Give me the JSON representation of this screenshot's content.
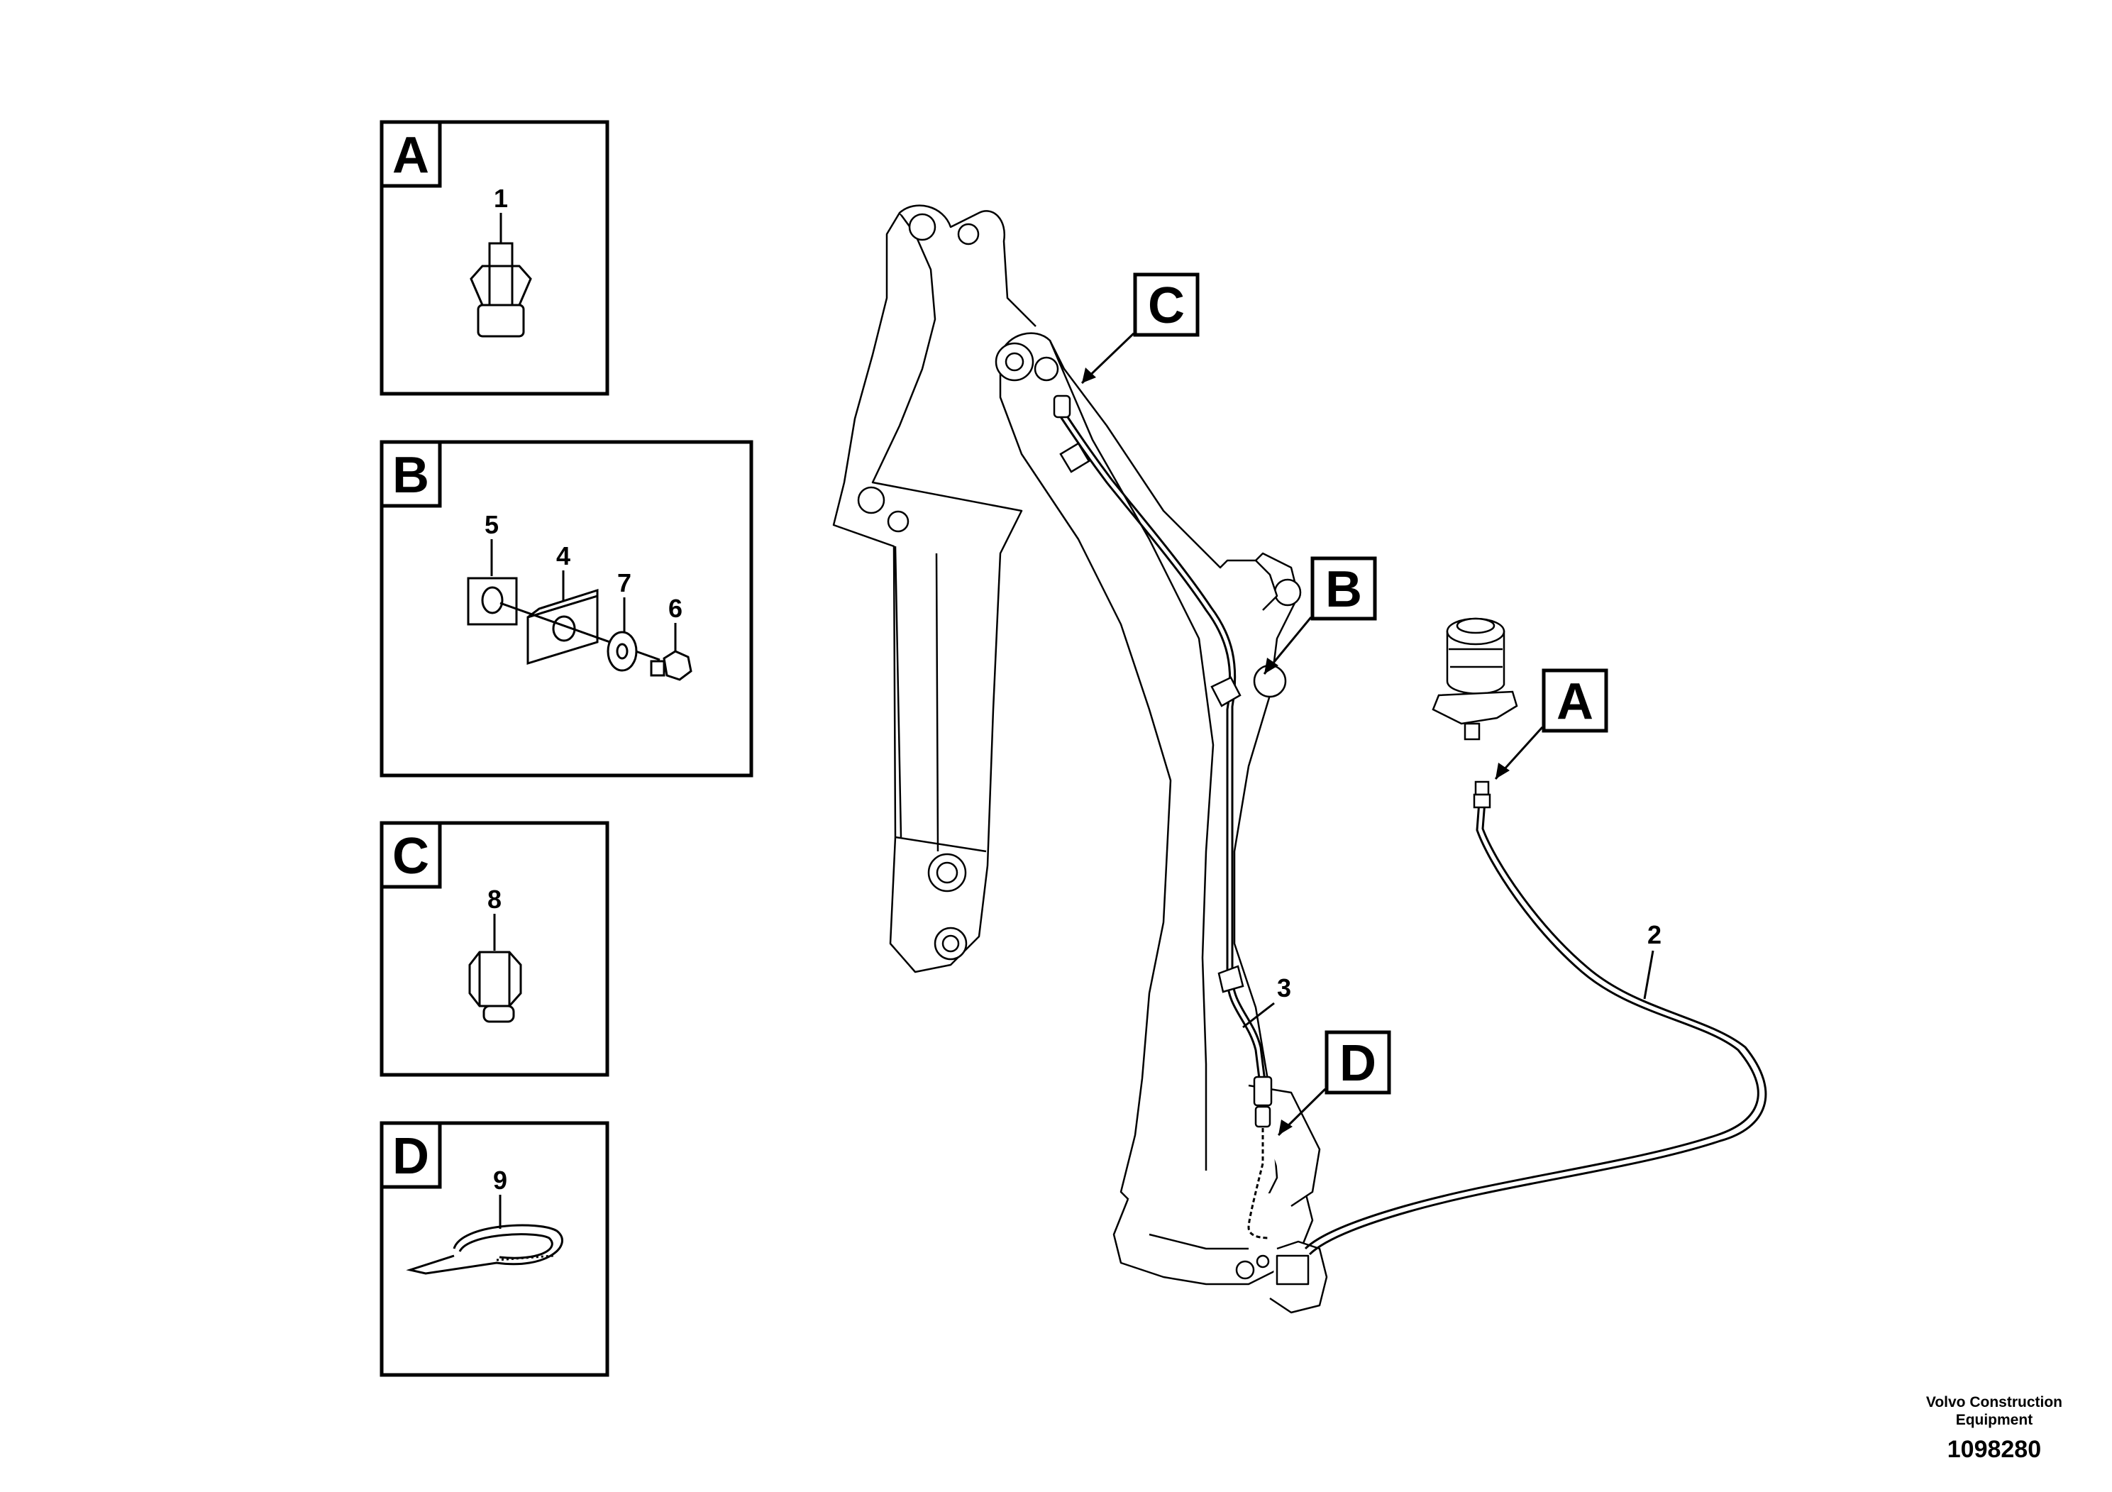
{
  "detail_boxes": {
    "A": {
      "letter": "A",
      "callouts": [
        "1"
      ]
    },
    "B": {
      "letter": "B",
      "callouts": [
        "5",
        "4",
        "7",
        "6"
      ]
    },
    "C": {
      "letter": "C",
      "callouts": [
        "8"
      ]
    },
    "D": {
      "letter": "D",
      "callouts": [
        "9"
      ]
    }
  },
  "view_markers": [
    "C",
    "B",
    "A",
    "D"
  ],
  "part_callouts": [
    "2",
    "3"
  ],
  "footer": {
    "maker_line1": "Volvo Construction",
    "maker_line2": "Equipment",
    "doc_number": "1098280"
  }
}
